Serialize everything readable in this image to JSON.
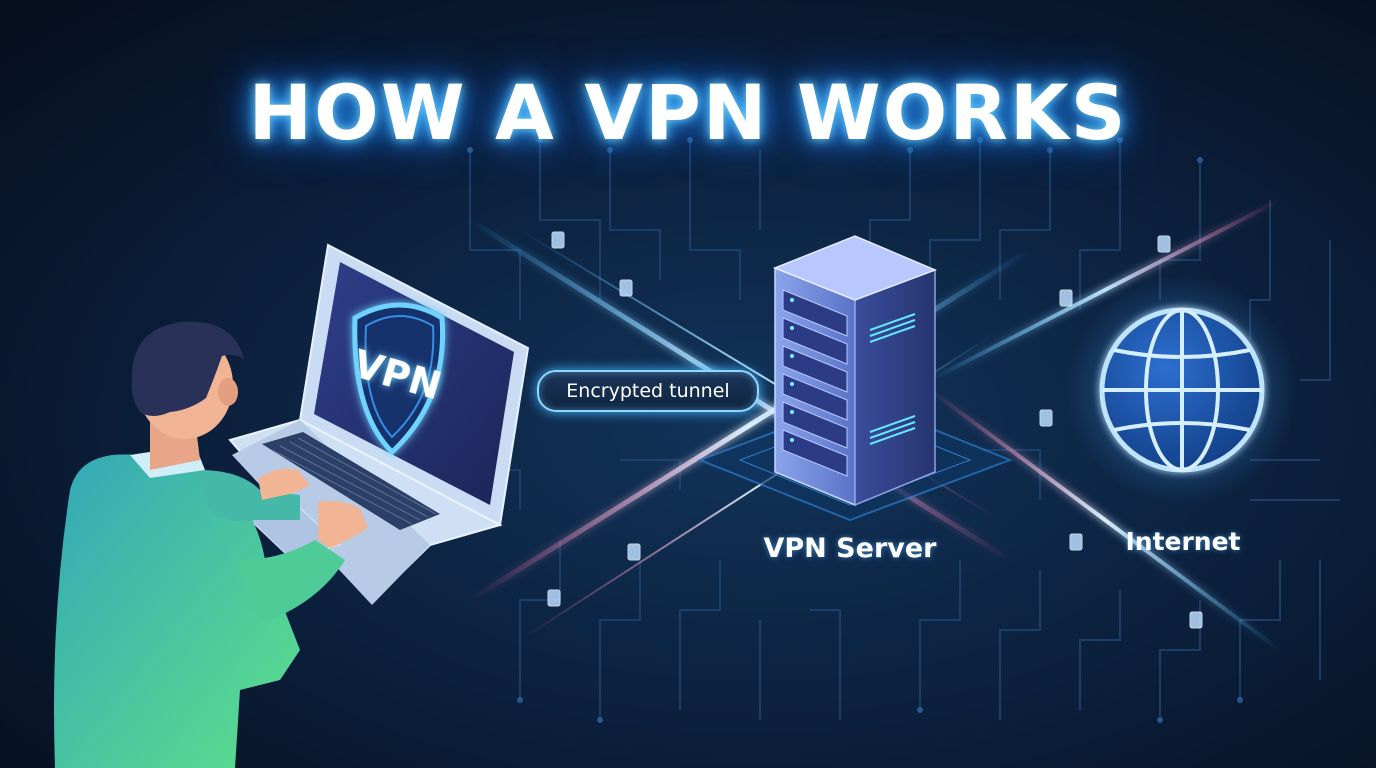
{
  "title": "HOW A VPN WORKS",
  "laptop": {
    "screen_badge": "VPN"
  },
  "tunnel": {
    "label": "Encrypted tunnel"
  },
  "server": {
    "label": "VPN Server"
  },
  "internet": {
    "label": "Internet"
  },
  "colors": {
    "background": "#0a1a30",
    "glow": "#3fb4ff",
    "accent_pink": "#ff5fa0",
    "shirt": "#3fbfa0"
  },
  "icons": [
    "person-illustration",
    "laptop-icon",
    "shield-icon",
    "server-rack-icon",
    "globe-icon",
    "data-packet-icon"
  ]
}
